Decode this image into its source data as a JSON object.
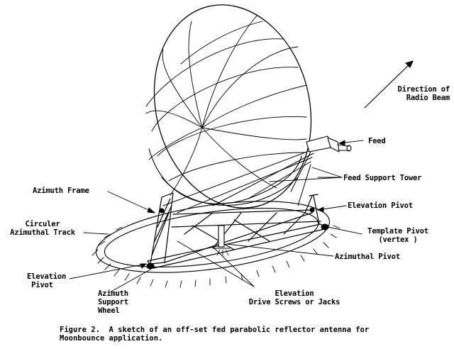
{
  "diagram": {
    "labels": {
      "direction": "Direction of\nRadio Beam",
      "feed": "Feed",
      "feed_support_tower": "Feed Support Tower",
      "azimuth_frame": "Azimuth Frame",
      "elevation_pivot_right": "Elevation Pivot",
      "circular_track": "Circuler\nAzimuthal Track",
      "template_pivot": "Template Pivot\n(vertex )",
      "azimuthal_pivot": "Azimuthal Pivot",
      "elevation_pivot_left": "Elevation\n Pivot",
      "azimuth_support_wheel": "Azimuth\nSupport\nWheel",
      "elevation_drive": "Elevation\nDrive Screws or Jacks"
    },
    "caption": "Figure 2.  A sketch of an off-set fed parabolic reflector antenna for\nMoonbounce application."
  }
}
